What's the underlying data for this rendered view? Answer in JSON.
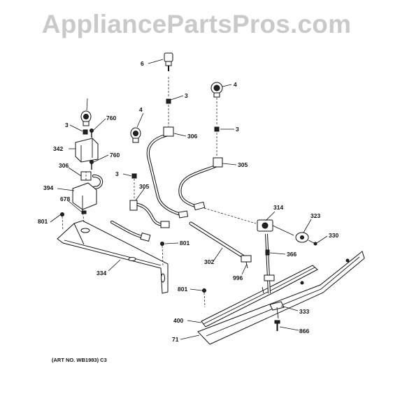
{
  "watermark": "AppliancePartsPros.com",
  "art_number": "(ART NO. WB1983) C3",
  "callouts": [
    "6",
    "3",
    "4",
    "306",
    "3",
    "305",
    "4",
    "3",
    "760",
    "342",
    "760",
    "306",
    "3",
    "394",
    "305",
    "678",
    "801",
    "314",
    "323",
    "330",
    "801",
    "366",
    "334",
    "302",
    "996",
    "801",
    "333",
    "400",
    "866",
    "71"
  ]
}
